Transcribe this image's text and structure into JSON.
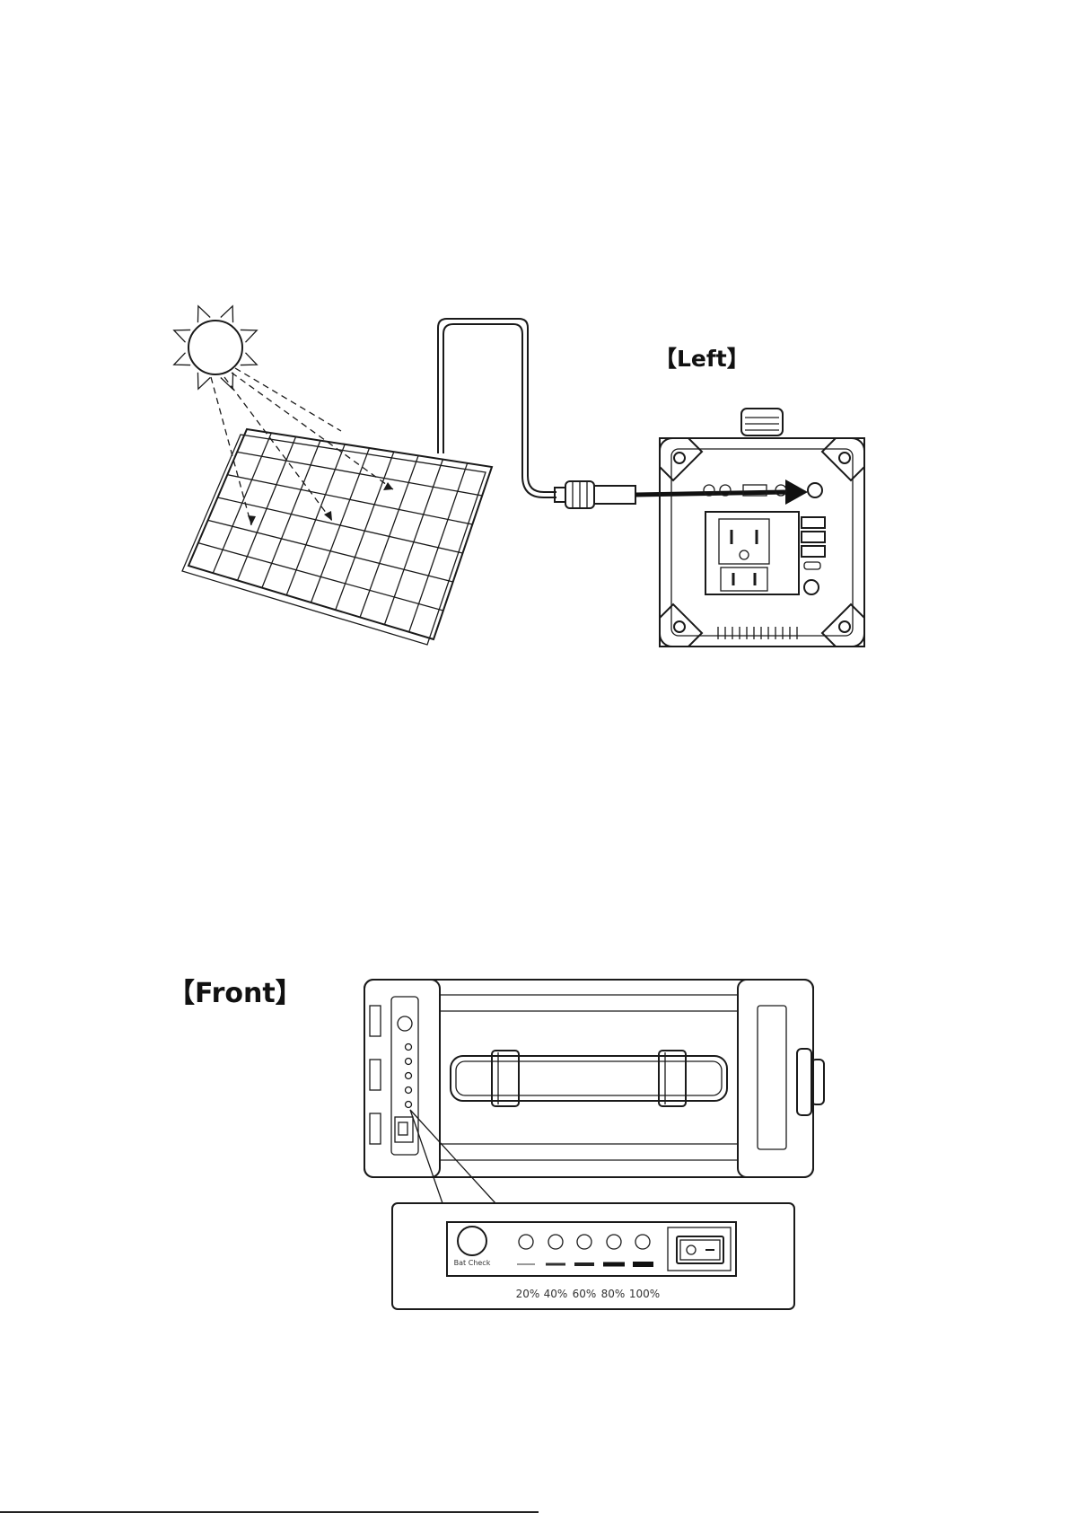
{
  "labels": {
    "left_view": "【Left】",
    "front_view": "【Front】"
  },
  "panel": {
    "button_text": "Bat Check",
    "levels": [
      "20%",
      "40%",
      "60%",
      "80%",
      "100%"
    ]
  },
  "colors": {
    "ink": "#1a1a1a",
    "background": "#ffffff"
  }
}
